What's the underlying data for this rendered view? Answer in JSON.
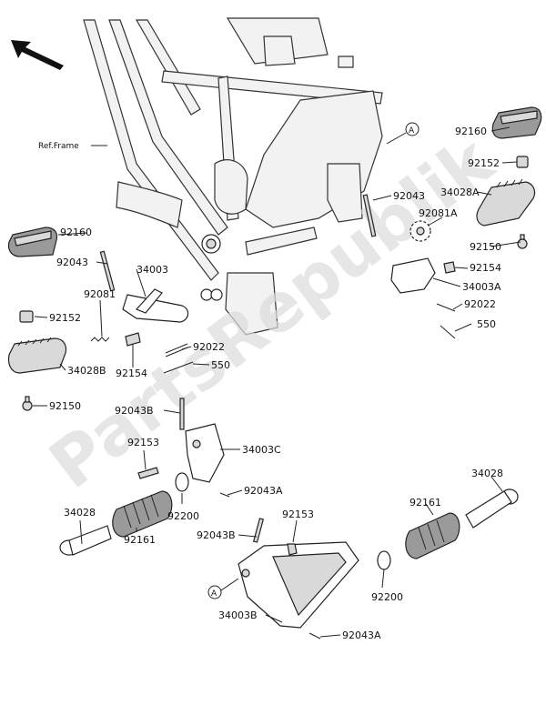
{
  "watermark": "PartsRepublik",
  "frame_label": "Ref.Frame",
  "callout_label": "A",
  "parts": [
    {
      "id": "p92160_l",
      "text": "92160"
    },
    {
      "id": "p92043_l",
      "text": "92043"
    },
    {
      "id": "p34003",
      "text": "34003"
    },
    {
      "id": "p92081",
      "text": "92081"
    },
    {
      "id": "p92152_l",
      "text": "92152"
    },
    {
      "id": "p34028B",
      "text": "34028B"
    },
    {
      "id": "p92150_l",
      "text": "92150"
    },
    {
      "id": "p92154_l",
      "text": "92154"
    },
    {
      "id": "p92022_l",
      "text": "92022"
    },
    {
      "id": "p550_l",
      "text": "550"
    },
    {
      "id": "p92043B_1",
      "text": "92043B"
    },
    {
      "id": "p92153_1",
      "text": "92153"
    },
    {
      "id": "p34003C",
      "text": "34003C"
    },
    {
      "id": "p92043A_1",
      "text": "92043A"
    },
    {
      "id": "p34028_l",
      "text": "34028"
    },
    {
      "id": "p92200_l",
      "text": "92200"
    },
    {
      "id": "p92161_l",
      "text": "92161"
    },
    {
      "id": "p92043B_2",
      "text": "92043B"
    },
    {
      "id": "p92153_2",
      "text": "92153"
    },
    {
      "id": "p34003B",
      "text": "34003B"
    },
    {
      "id": "p92043A_2",
      "text": "92043A"
    },
    {
      "id": "p92160_r",
      "text": "92160"
    },
    {
      "id": "p92152_r",
      "text": "92152"
    },
    {
      "id": "p34028A",
      "text": "34028A"
    },
    {
      "id": "p92043_r",
      "text": "92043"
    },
    {
      "id": "p92081A",
      "text": "92081A"
    },
    {
      "id": "p92150_r",
      "text": "92150"
    },
    {
      "id": "p92154_r",
      "text": "92154"
    },
    {
      "id": "p34003A",
      "text": "34003A"
    },
    {
      "id": "p92022_r",
      "text": "92022"
    },
    {
      "id": "p550_r",
      "text": "550"
    },
    {
      "id": "p34028_r",
      "text": "34028"
    },
    {
      "id": "p92161_r",
      "text": "92161"
    },
    {
      "id": "p92200_r",
      "text": "92200"
    }
  ]
}
